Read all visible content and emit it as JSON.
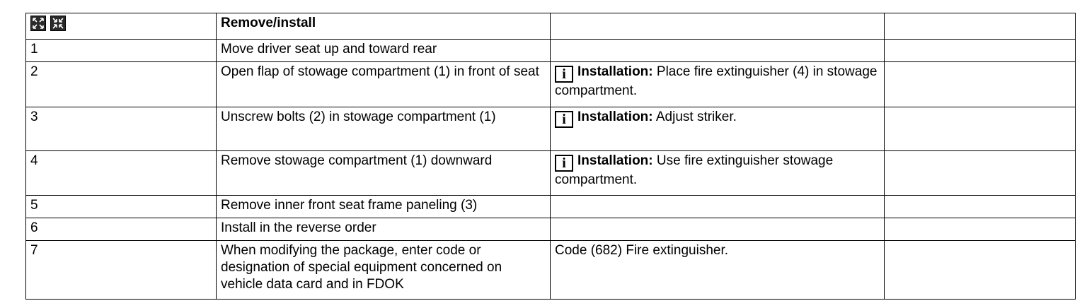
{
  "header": {
    "icons": [
      "expand-icon",
      "collapse-icon"
    ],
    "title": "Remove/install"
  },
  "steps": [
    {
      "num": "1",
      "action": "Move driver seat up and toward rear",
      "note": {
        "label": "",
        "text": ""
      }
    },
    {
      "num": "2",
      "action": "Open flap of stowage compartment (1) in front of seat",
      "note": {
        "label": "Installation:",
        "text": " Place fire extinguisher (4) in stowage compartment."
      }
    },
    {
      "num": "3",
      "action": "Unscrew bolts (2) in stowage compartment (1)",
      "note": {
        "label": "Installation:",
        "text": " Adjust striker."
      }
    },
    {
      "num": "4",
      "action": "Remove stowage compartment (1) downward",
      "note": {
        "label": "Installation:",
        "text": " Use fire extinguisher stowage compartment."
      }
    },
    {
      "num": "5",
      "action": "Remove inner front seat frame paneling (3)",
      "note": {
        "label": "",
        "text": ""
      }
    },
    {
      "num": "6",
      "action": "Install in the reverse order",
      "note": {
        "label": "",
        "text": ""
      }
    },
    {
      "num": "7",
      "action": "When modifying the package, enter code or designation of special equipment concerned on vehicle data card and in FDOK",
      "note": {
        "label": "",
        "text": "Code (682) Fire extinguisher."
      }
    }
  ],
  "info_icon_glyph": "i"
}
